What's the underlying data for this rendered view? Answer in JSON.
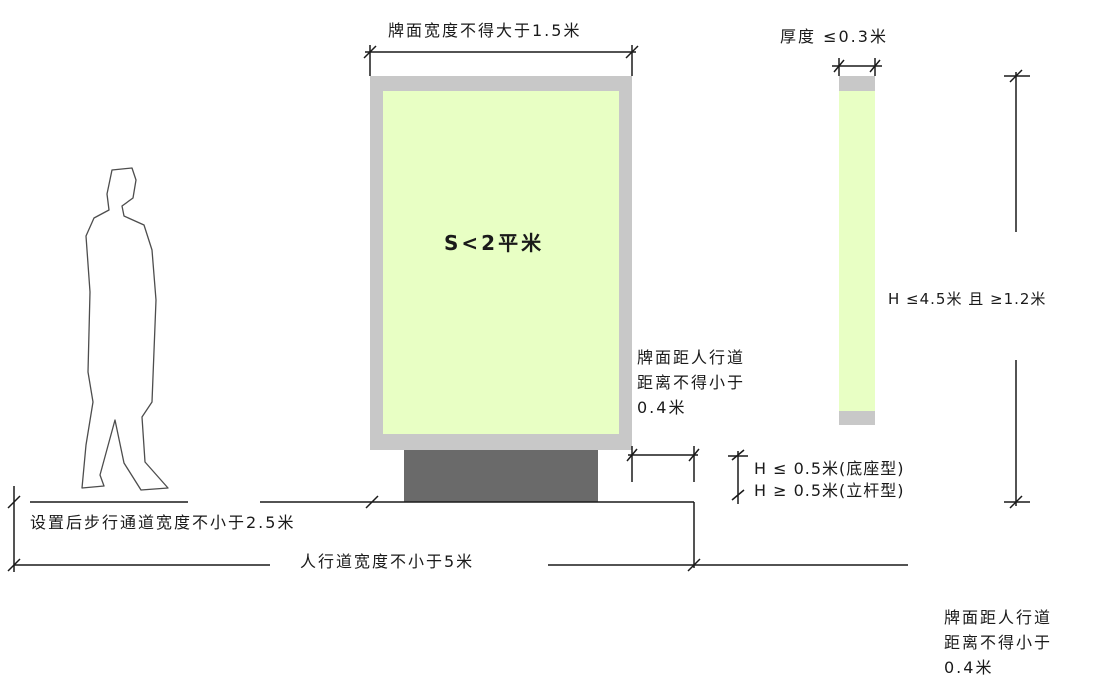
{
  "colors": {
    "panel_fill": "#e8ffc4",
    "frame": "#c8c8c8",
    "base": "#6a6a6a",
    "line": "#1a1a1a"
  },
  "diagram": {
    "panel_area": "S<2平米",
    "width_label": "牌面宽度不得大于1.5米",
    "thickness_label": "厚度 ≤0.3米",
    "height_label": "H ≤4.5米 且 ≥1.2米",
    "clearance_label": "牌面距人行道\n距离不得小于\n0.4米",
    "base_height_base": "H ≤ 0.5米(底座型)",
    "base_height_pole": "H ≥ 0.5米(立杆型)",
    "walkway_label": "设置后步行通道宽度不小于2.5米",
    "sidewalk_label": "人行道宽度不小于5米",
    "footnote": "牌面距人行道\n距离不得小于\n0.4米"
  }
}
